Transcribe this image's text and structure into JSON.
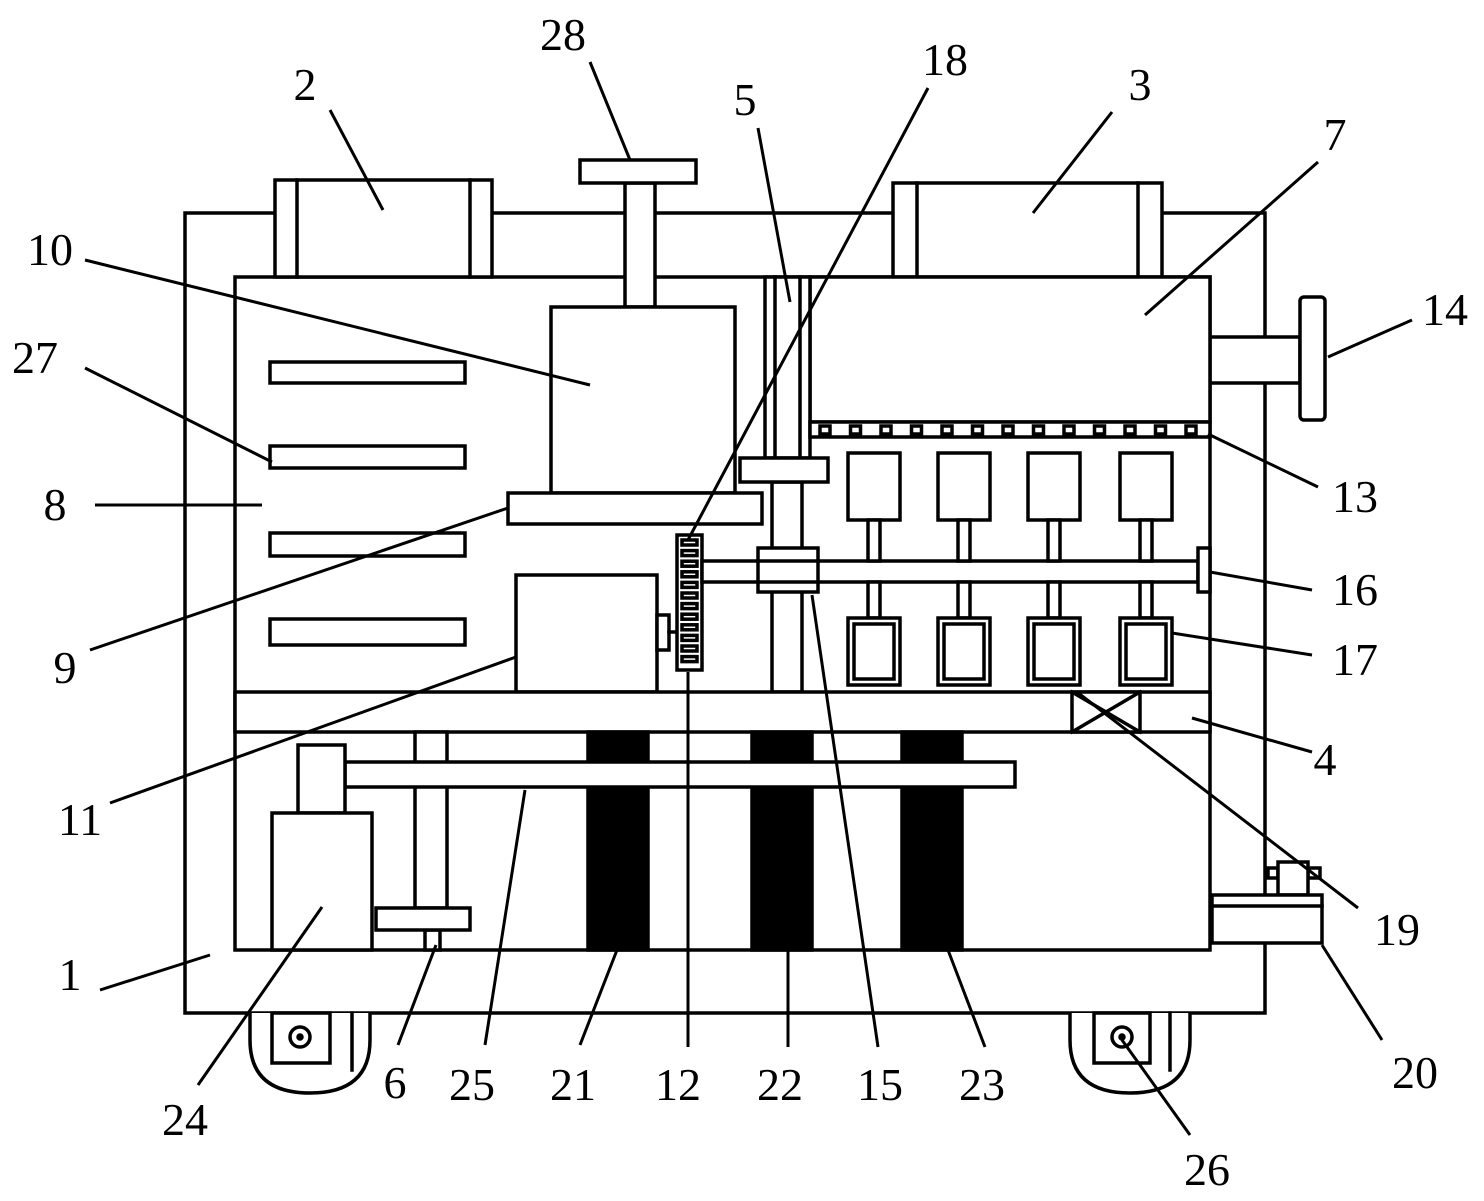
{
  "colors": {
    "stroke": "#000000",
    "fill": "#ffffff"
  },
  "labels": {
    "n1": "1",
    "n2": "2",
    "n3": "3",
    "n4": "4",
    "n5": "5",
    "n6": "6",
    "n7": "7",
    "n8": "8",
    "n9": "9",
    "n10": "10",
    "n11": "11",
    "n12": "12",
    "n13": "13",
    "n14": "14",
    "n15": "15",
    "n16": "16",
    "n17": "17",
    "n18": "18",
    "n19": "19",
    "n20": "20",
    "n21": "21",
    "n22": "22",
    "n23": "23",
    "n24": "24",
    "n25": "25",
    "n26": "26",
    "n27": "27",
    "n28": "28"
  }
}
